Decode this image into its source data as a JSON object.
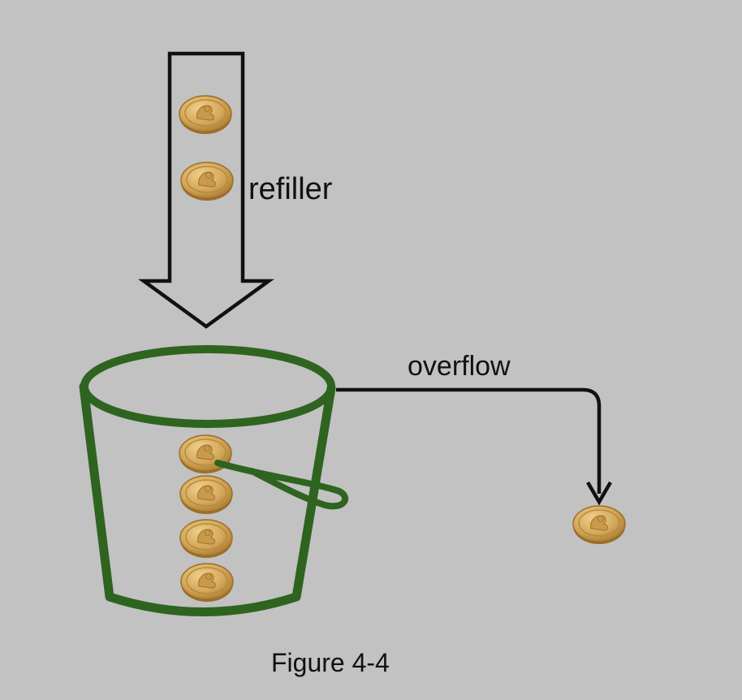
{
  "labels": {
    "refiller": "refiller",
    "overflow": "overflow",
    "caption": "Figure 4-4"
  },
  "colors": {
    "background": "#c2c2c2",
    "arrow_stroke": "#111111",
    "bucket_stroke": "#2e6420",
    "coin_face": "#d4a85a",
    "coin_rim": "#b88a3c"
  },
  "icons": {
    "coin": "coin-icon",
    "bucket": "bucket-icon",
    "refill_arrow": "down-arrow-icon"
  },
  "token_counts": {
    "refilling": 2,
    "in_bucket": 4,
    "overflowed": 1
  }
}
